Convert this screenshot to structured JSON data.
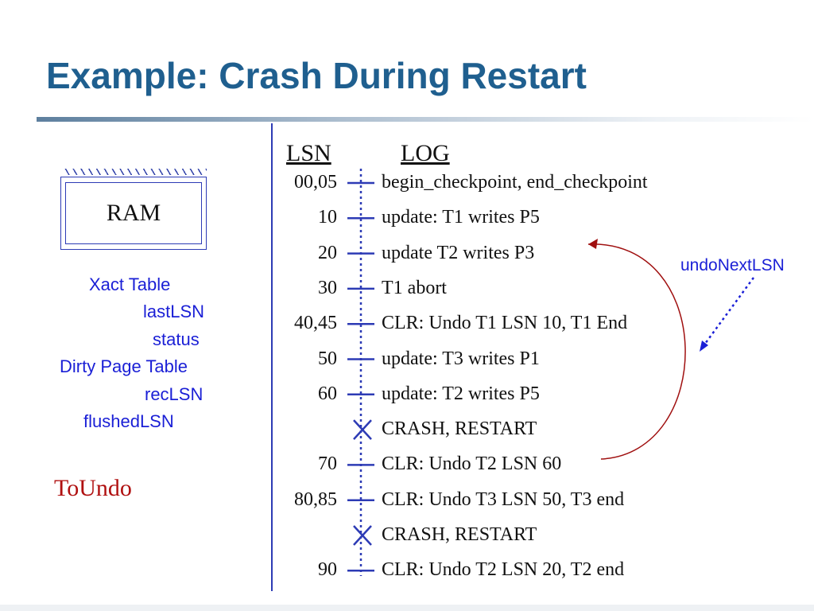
{
  "slide": {
    "title": "Example: Crash During Restart"
  },
  "ram": {
    "label": "RAM"
  },
  "memory_structures": [
    "Xact Table",
    "lastLSN",
    "status",
    "Dirty Page Table",
    "recLSN",
    "flushedLSN"
  ],
  "toundo": "ToUndo",
  "log": {
    "lsn_header": "LSN",
    "log_header": "LOG",
    "entries": [
      {
        "lsn": "00,05",
        "text": "begin_checkpoint, end_checkpoint",
        "marker": "tick"
      },
      {
        "lsn": "10",
        "text": "update: T1 writes P5",
        "marker": "tick"
      },
      {
        "lsn": "20",
        "text": "update T2 writes P3",
        "marker": "tick"
      },
      {
        "lsn": "30",
        "text": "T1 abort",
        "marker": "tick"
      },
      {
        "lsn": "40,45",
        "text": "CLR: Undo T1 LSN 10, T1 End",
        "marker": "tick"
      },
      {
        "lsn": "50",
        "text": "update: T3 writes P1",
        "marker": "tick"
      },
      {
        "lsn": "60",
        "text": "update: T2 writes P5",
        "marker": "tick"
      },
      {
        "lsn": "",
        "text": "CRASH, RESTART",
        "marker": "cross"
      },
      {
        "lsn": "70",
        "text": "CLR: Undo T2 LSN 60",
        "marker": "tick"
      },
      {
        "lsn": "80,85",
        "text": "CLR: Undo T3 LSN 50, T3 end",
        "marker": "tick"
      },
      {
        "lsn": "",
        "text": "CRASH, RESTART",
        "marker": "cross"
      },
      {
        "lsn": "90",
        "text": "CLR: Undo T2 LSN 20, T2 end",
        "marker": "tick"
      }
    ]
  },
  "annotation": {
    "label": "undoNextLSN"
  },
  "colors": {
    "title": "#1f5f8f",
    "accent_blue": "#1a1fd6",
    "line_blue": "#2d3bb5",
    "arrow_red": "#a01010",
    "toundo_red": "#b01010"
  }
}
